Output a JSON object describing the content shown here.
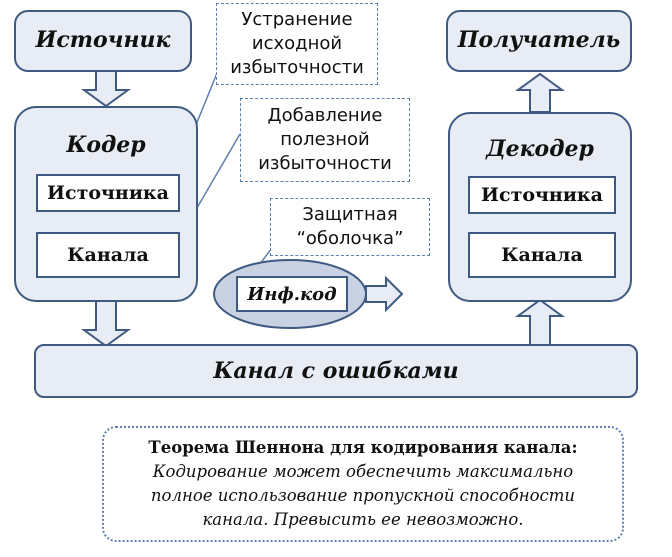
{
  "source": {
    "title": "Источник"
  },
  "receiver": {
    "title": "Получатель"
  },
  "encoder": {
    "title": "Кодер",
    "source_block": "Источника",
    "channel_block": "Канала"
  },
  "decoder": {
    "title": "Декодер",
    "source_block": "Источника",
    "channel_block": "Канала"
  },
  "notes": {
    "redundancy_removal": [
      "Устранение",
      "исходной",
      "избыточности"
    ],
    "redundancy_addition": [
      "Добавление",
      "полезной",
      "избыточности"
    ],
    "shell": [
      "Защитная",
      "“оболочка”"
    ]
  },
  "info_code": "Инф.код",
  "channel": {
    "title": "Канал с ошибками"
  },
  "theorem": {
    "heading": "Теорема Шеннона для кодирования канала:",
    "lines": [
      "Кодирование может обеспечить максимально",
      "полное использование пропускной способности",
      "канала. Превысить ее невозможно."
    ]
  },
  "colors": {
    "border": "#3f5a82",
    "fill": "#e8ecf4",
    "ellipse_fill": "#c9d2e2",
    "note_border": "#5f7fae"
  }
}
